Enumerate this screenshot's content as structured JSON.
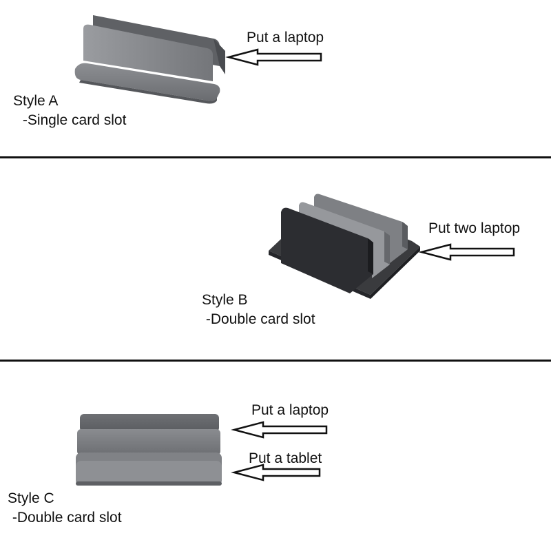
{
  "style_a": {
    "title": "Style A",
    "subtitle": " -Single card slot",
    "arrow_label": "Put a laptop"
  },
  "style_b": {
    "title": "Style B",
    "subtitle": " -Double card slot",
    "arrow_label": "Put two laptop"
  },
  "style_c": {
    "title": "Style C",
    "subtitle": " -Double card slot",
    "arrow_label_top": "Put a laptop",
    "arrow_label_bottom": "Put a tablet"
  },
  "colors": {
    "stand_gray": "#7b7d80",
    "stand_dark": "#2f3033",
    "line": "#111111"
  }
}
